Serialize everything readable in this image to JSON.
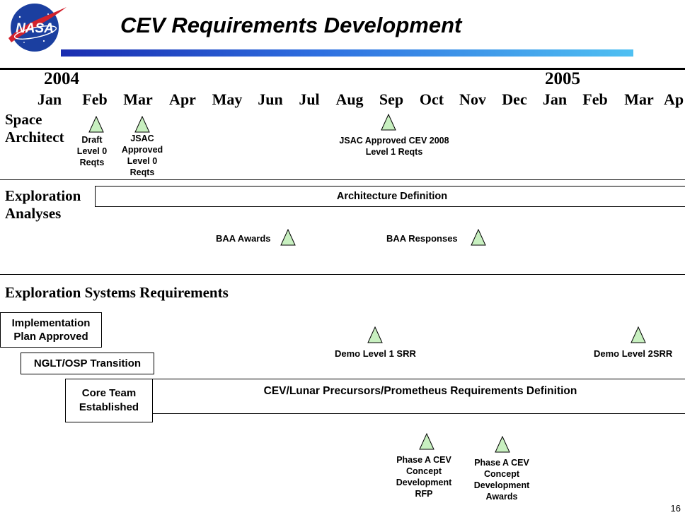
{
  "header": {
    "title": "CEV Requirements Development",
    "logo_text": "NASA"
  },
  "timeline": {
    "years": [
      "2004",
      "2005"
    ],
    "months": [
      "Jan",
      "Feb",
      "Mar",
      "Apr",
      "May",
      "Jun",
      "Jul",
      "Aug",
      "Sep",
      "Oct",
      "Nov",
      "Dec",
      "Jan",
      "Feb",
      "Mar",
      "Ap"
    ]
  },
  "sections": {
    "space_architect": {
      "line1": "Space",
      "line2": "Architect"
    },
    "exploration_analyses": {
      "line1": "Exploration",
      "line2": "Analyses"
    },
    "exploration_systems": {
      "label": "Exploration Systems Requirements"
    }
  },
  "milestones": {
    "draft_level0": {
      "l1": "Draft",
      "l2": "Level 0",
      "l3": "Reqts"
    },
    "jsac_level0": {
      "l1": "JSAC",
      "l2": "Approved",
      "l3": "Level 0",
      "l4": "Reqts"
    },
    "jsac_level1": {
      "l1": "JSAC Approved CEV 2008",
      "l2": "Level 1 Reqts"
    },
    "baa_awards": "BAA Awards",
    "baa_responses": "BAA Responses",
    "demo_l1_srr": "Demo Level 1 SRR",
    "demo_l2_srr": "Demo Level 2SRR",
    "phase_a_rfp": {
      "l1": "Phase A CEV",
      "l2": "Concept",
      "l3": "Development",
      "l4": "RFP"
    },
    "phase_a_awards": {
      "l1": "Phase A CEV",
      "l2": "Concept",
      "l3": "Development",
      "l4": "Awards"
    }
  },
  "boxes": {
    "architecture_definition": "Architecture Definition",
    "implementation_plan": {
      "l1": "Implementation",
      "l2": "Plan Approved"
    },
    "nglt_osp": "NGLT/OSP Transition",
    "core_team": {
      "l1": "Core Team",
      "l2": "Established"
    },
    "cev_lunar": "CEV/Lunar Precursors/Prometheus Requirements Definition"
  },
  "colors": {
    "milestone_fill": "#c8f0c0",
    "logo_blue": "#1b3fa0",
    "logo_red": "#d2222d",
    "bar_start": "#1a2db0",
    "bar_end": "#4fc0f2"
  },
  "footer": {
    "page_number": "16"
  }
}
